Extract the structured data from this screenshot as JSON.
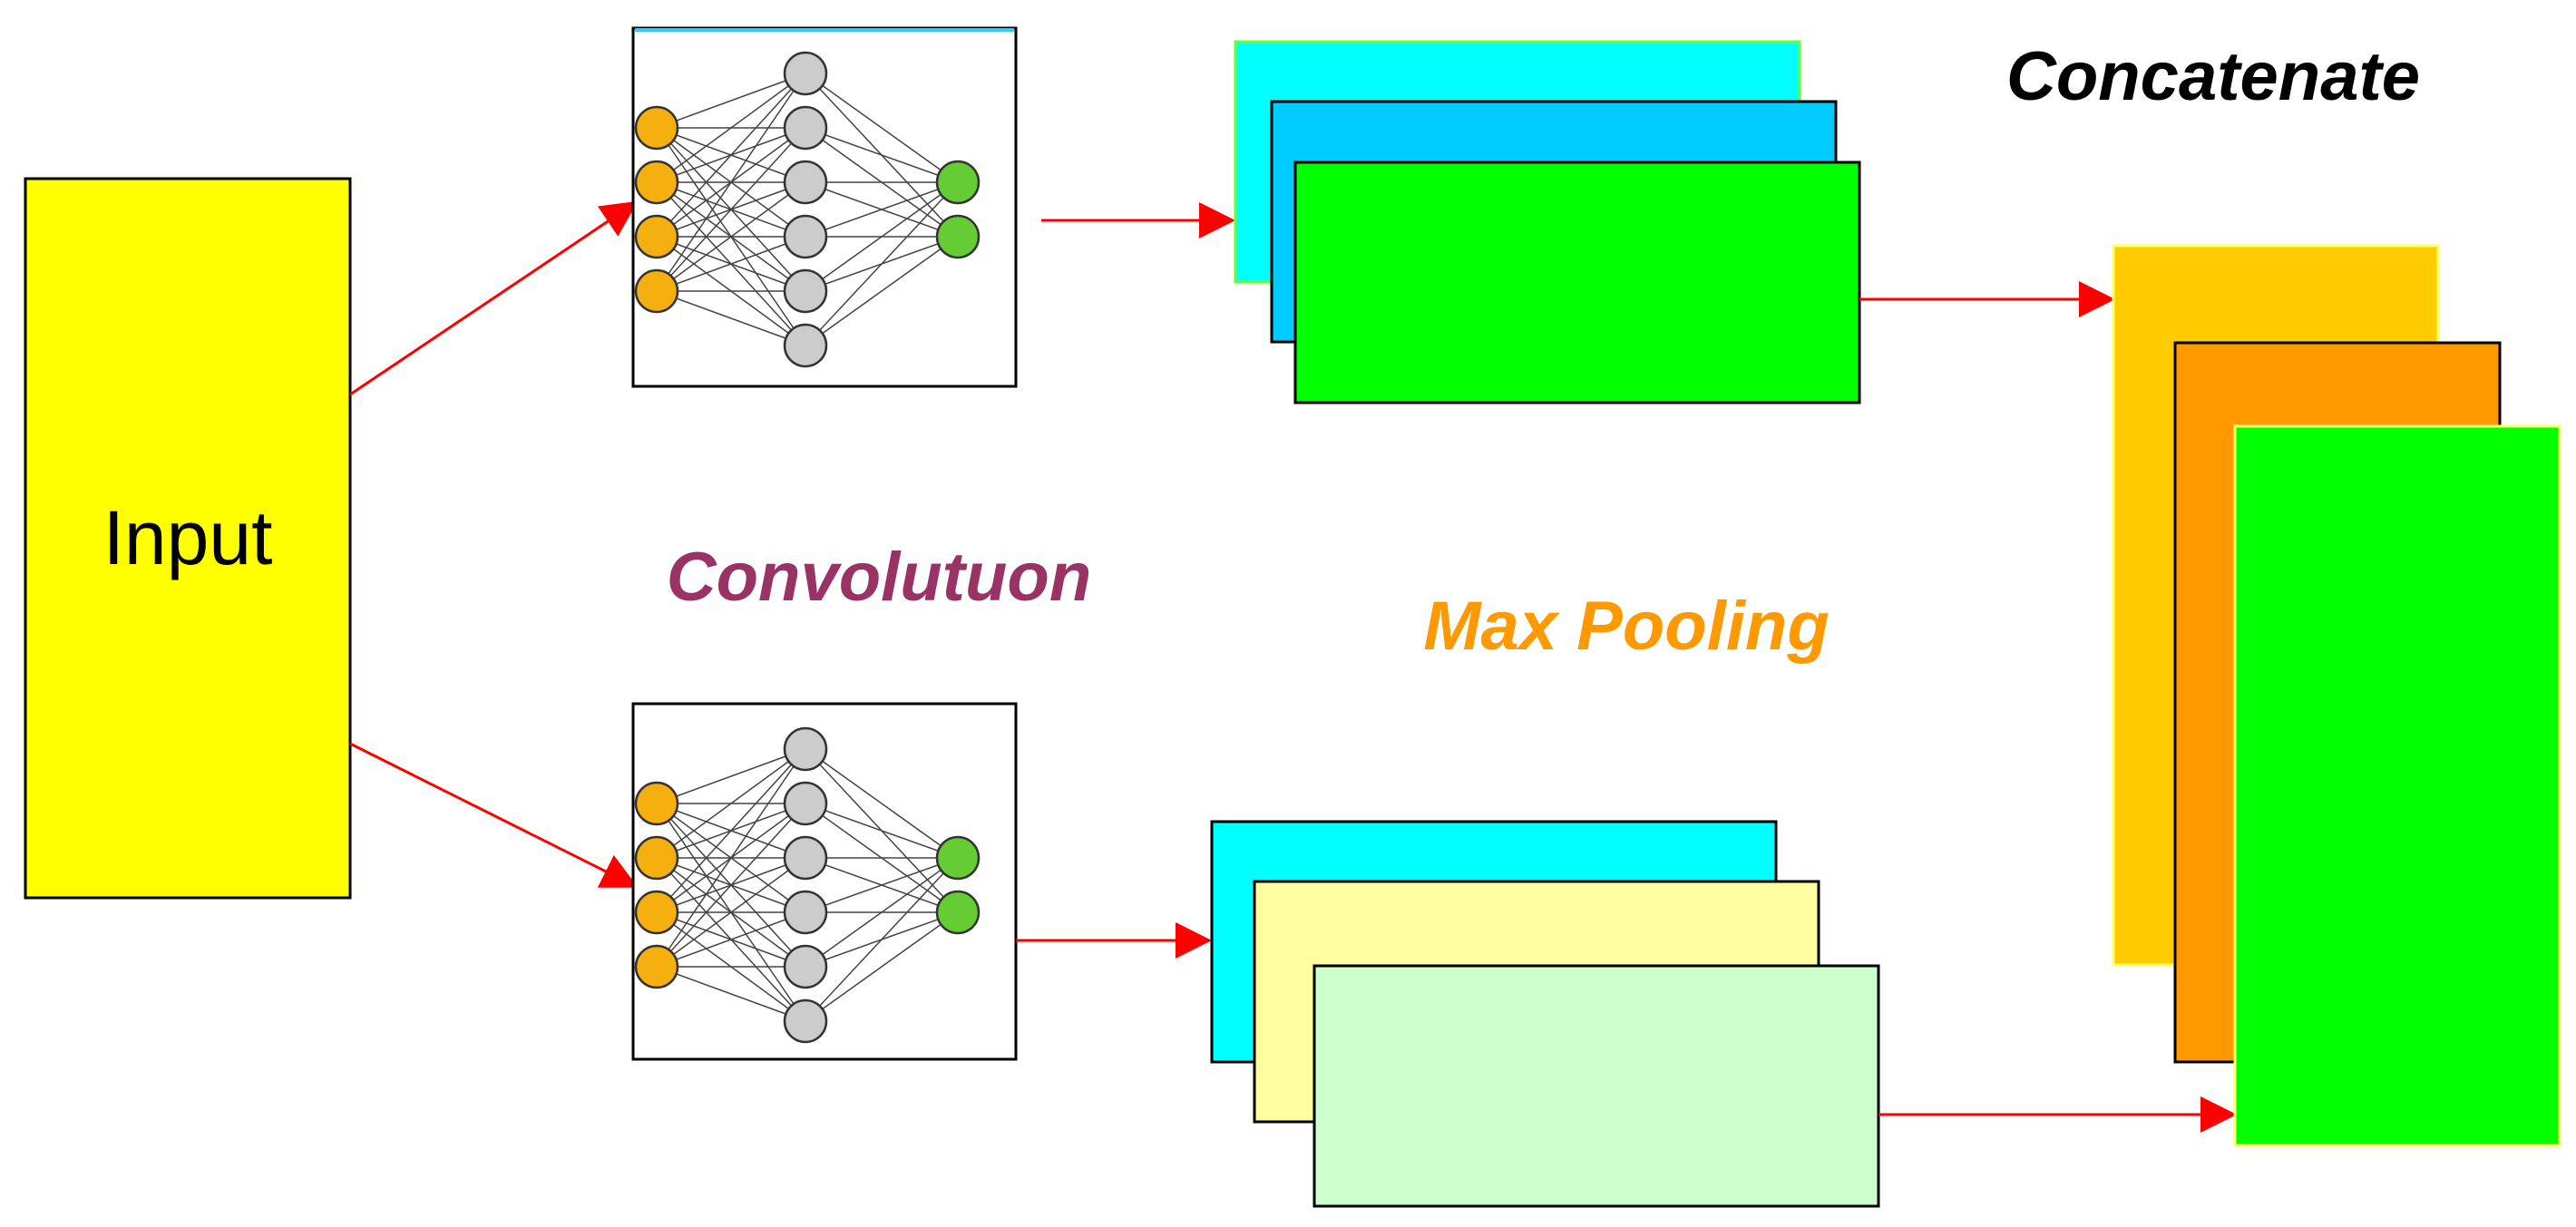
{
  "labels": {
    "input": "Input",
    "convolution": "Convolutuon",
    "max_pooling": "Max Pooling",
    "concatenate": "Concatenate"
  },
  "colors": {
    "input_block": "#ffff00",
    "arrow": "#ff0000",
    "convolution_text": "#993366",
    "max_pooling_text": "#ff9900",
    "concatenate_text": "#000000",
    "neuron_input": "#f5b00f",
    "neuron_hidden": "#cccccc",
    "neuron_output": "#66cc33",
    "top_map_1": "#00ffff",
    "top_map_2": "#00ccff",
    "top_map_3": "#00ff00",
    "bottom_map_1": "#00ffff",
    "bottom_map_2": "#ffffa0",
    "bottom_map_3": "#ccffcc",
    "concat_map_1": "#ffcc00",
    "concat_map_2": "#ff9900",
    "concat_map_3": "#00ff00"
  },
  "network": {
    "input_neurons": 4,
    "hidden_neurons": 6,
    "output_neurons": 2
  }
}
